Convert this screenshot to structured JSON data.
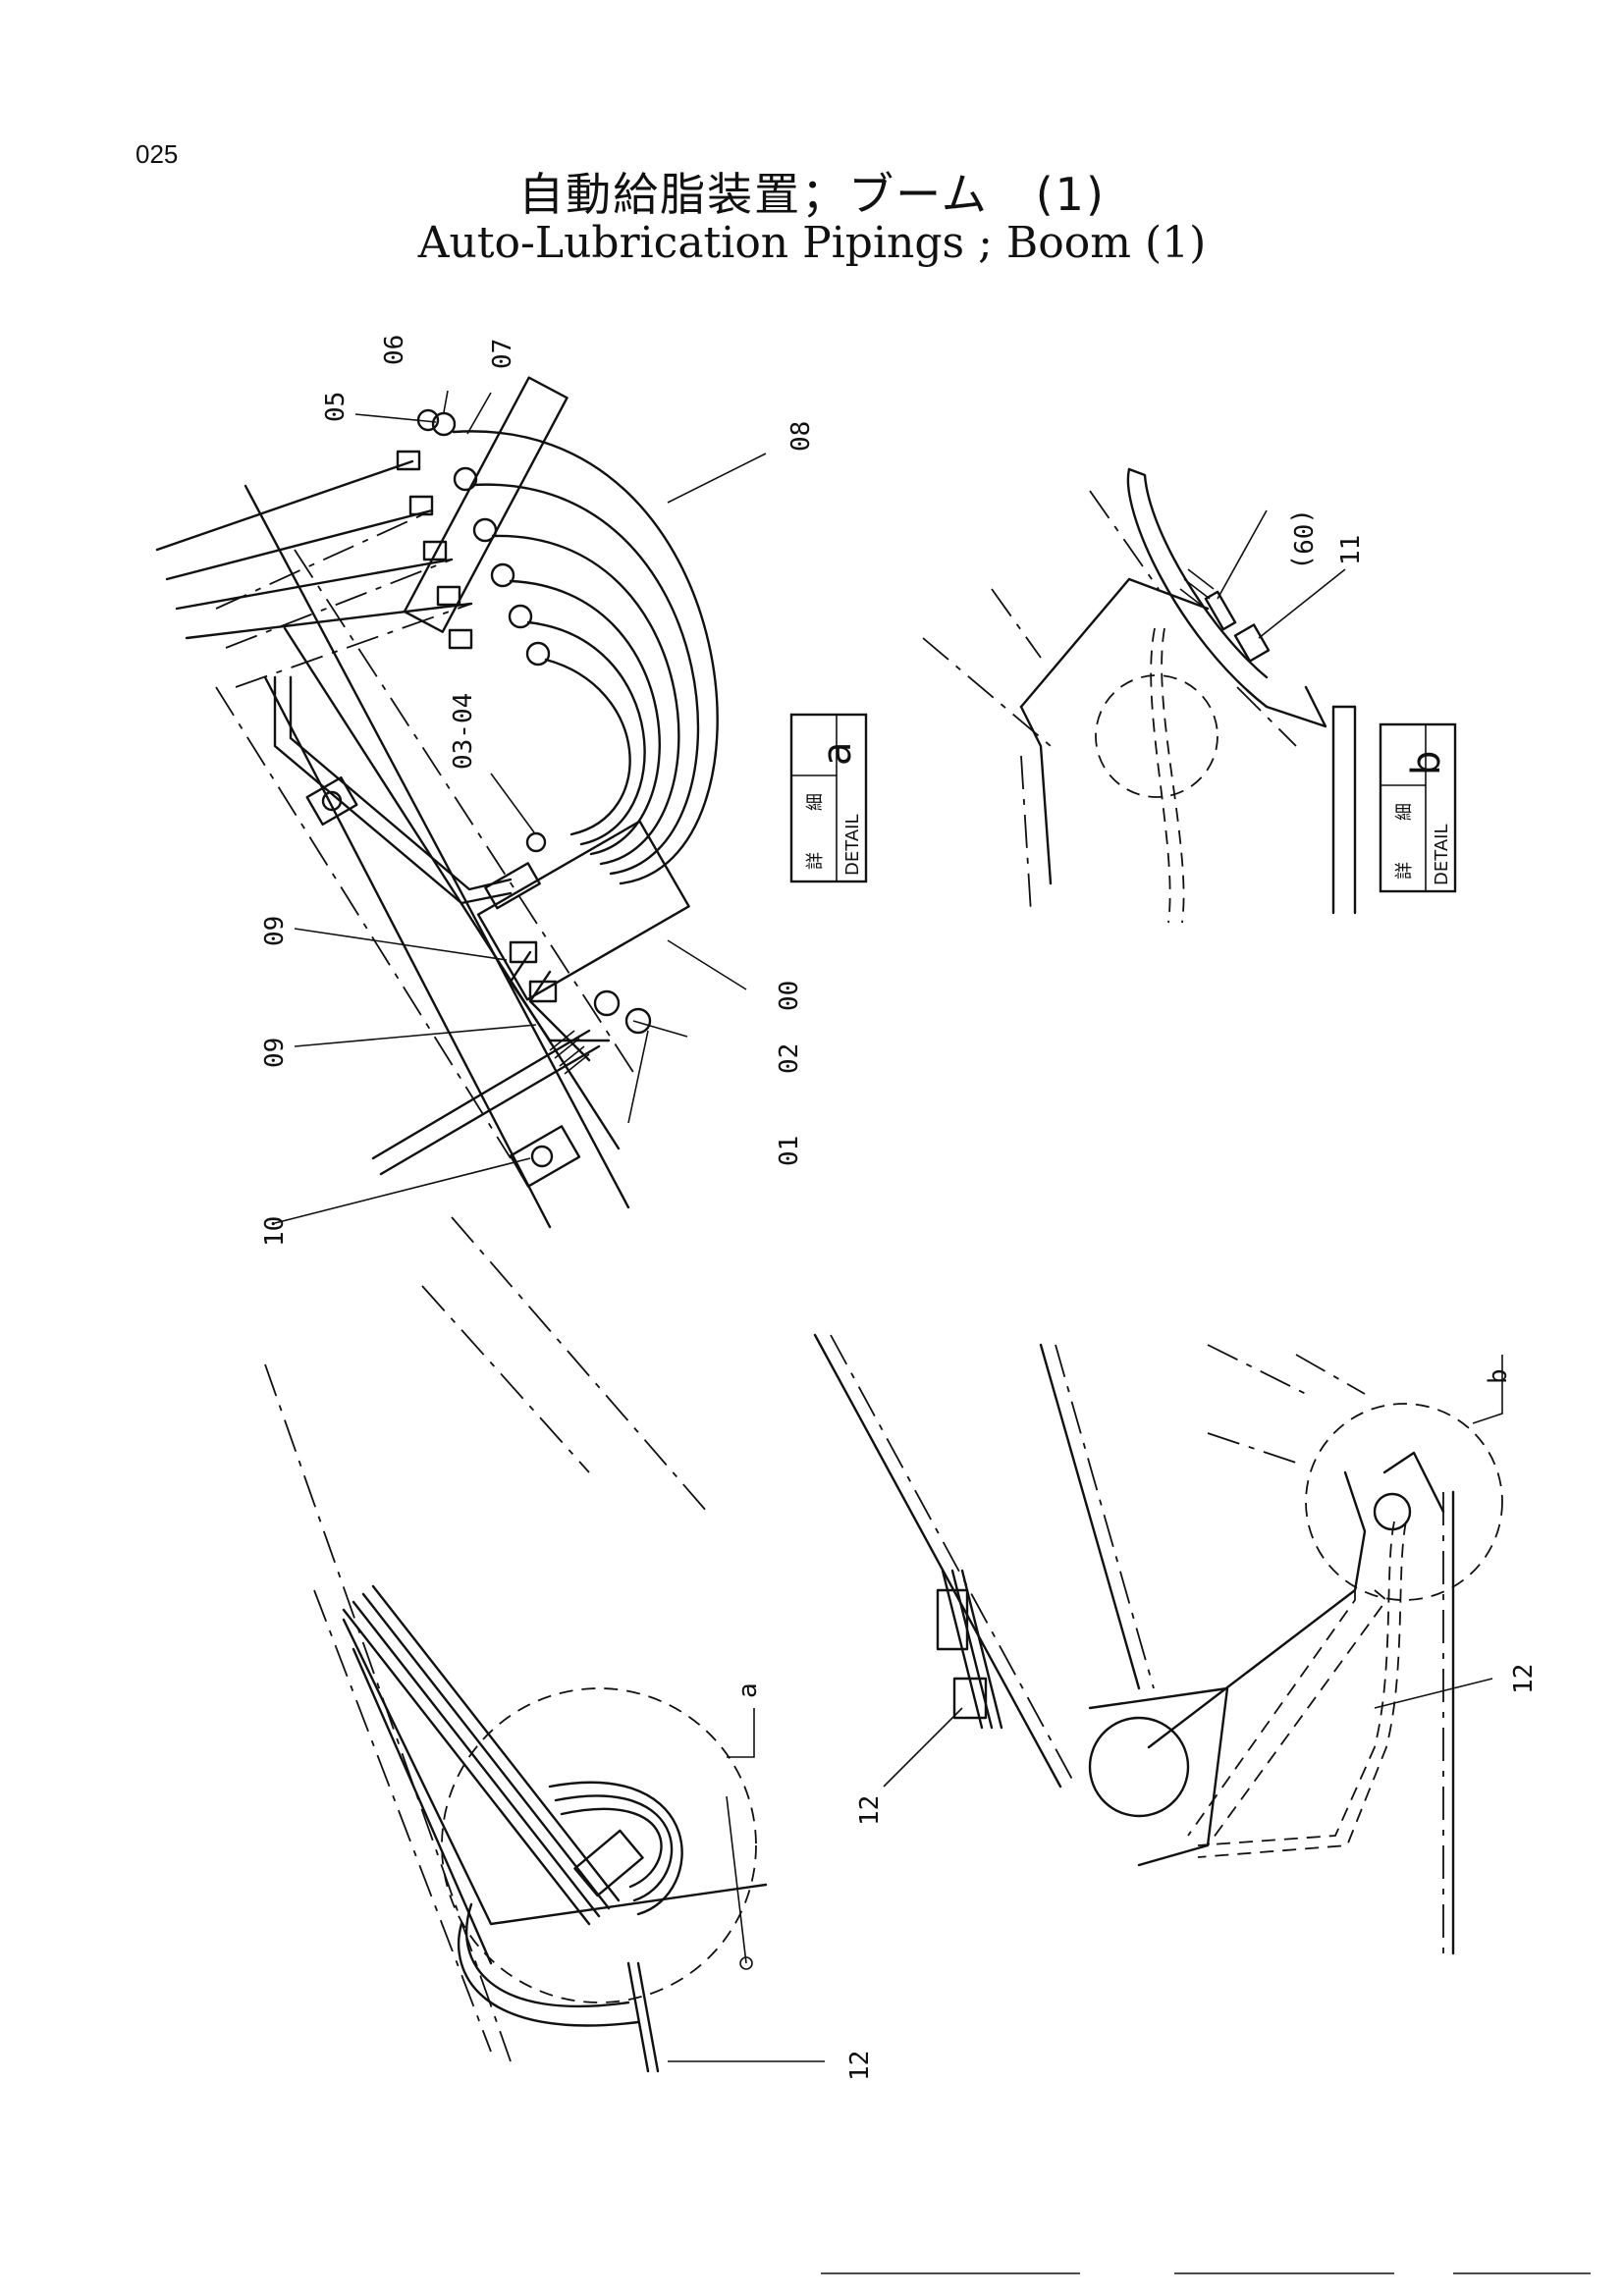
{
  "page_number": "025",
  "title_jp": "自動給脂装置；ブーム　(1)",
  "title_en": "Auto-Lubrication Pipings ; Boom (1)",
  "callouts": {
    "c05": "05",
    "c06": "06",
    "c07": "07",
    "c08": "08",
    "c03_04": "03-04",
    "c09a": "09",
    "c09b": "09",
    "c10": "10",
    "c01": "01",
    "c02": "02",
    "c00": "00",
    "c09_ref": "(09)",
    "c11": "11",
    "c12a": "12",
    "c12b": "12",
    "c12c": "12",
    "ca": "a",
    "cb": "b"
  },
  "detail_a": {
    "jp1": "詳",
    "jp2": "細",
    "en": "DETAIL",
    "letter": "a"
  },
  "detail_b": {
    "jp1": "詳",
    "jp2": "細",
    "en": "DETAIL",
    "letter": "b"
  }
}
